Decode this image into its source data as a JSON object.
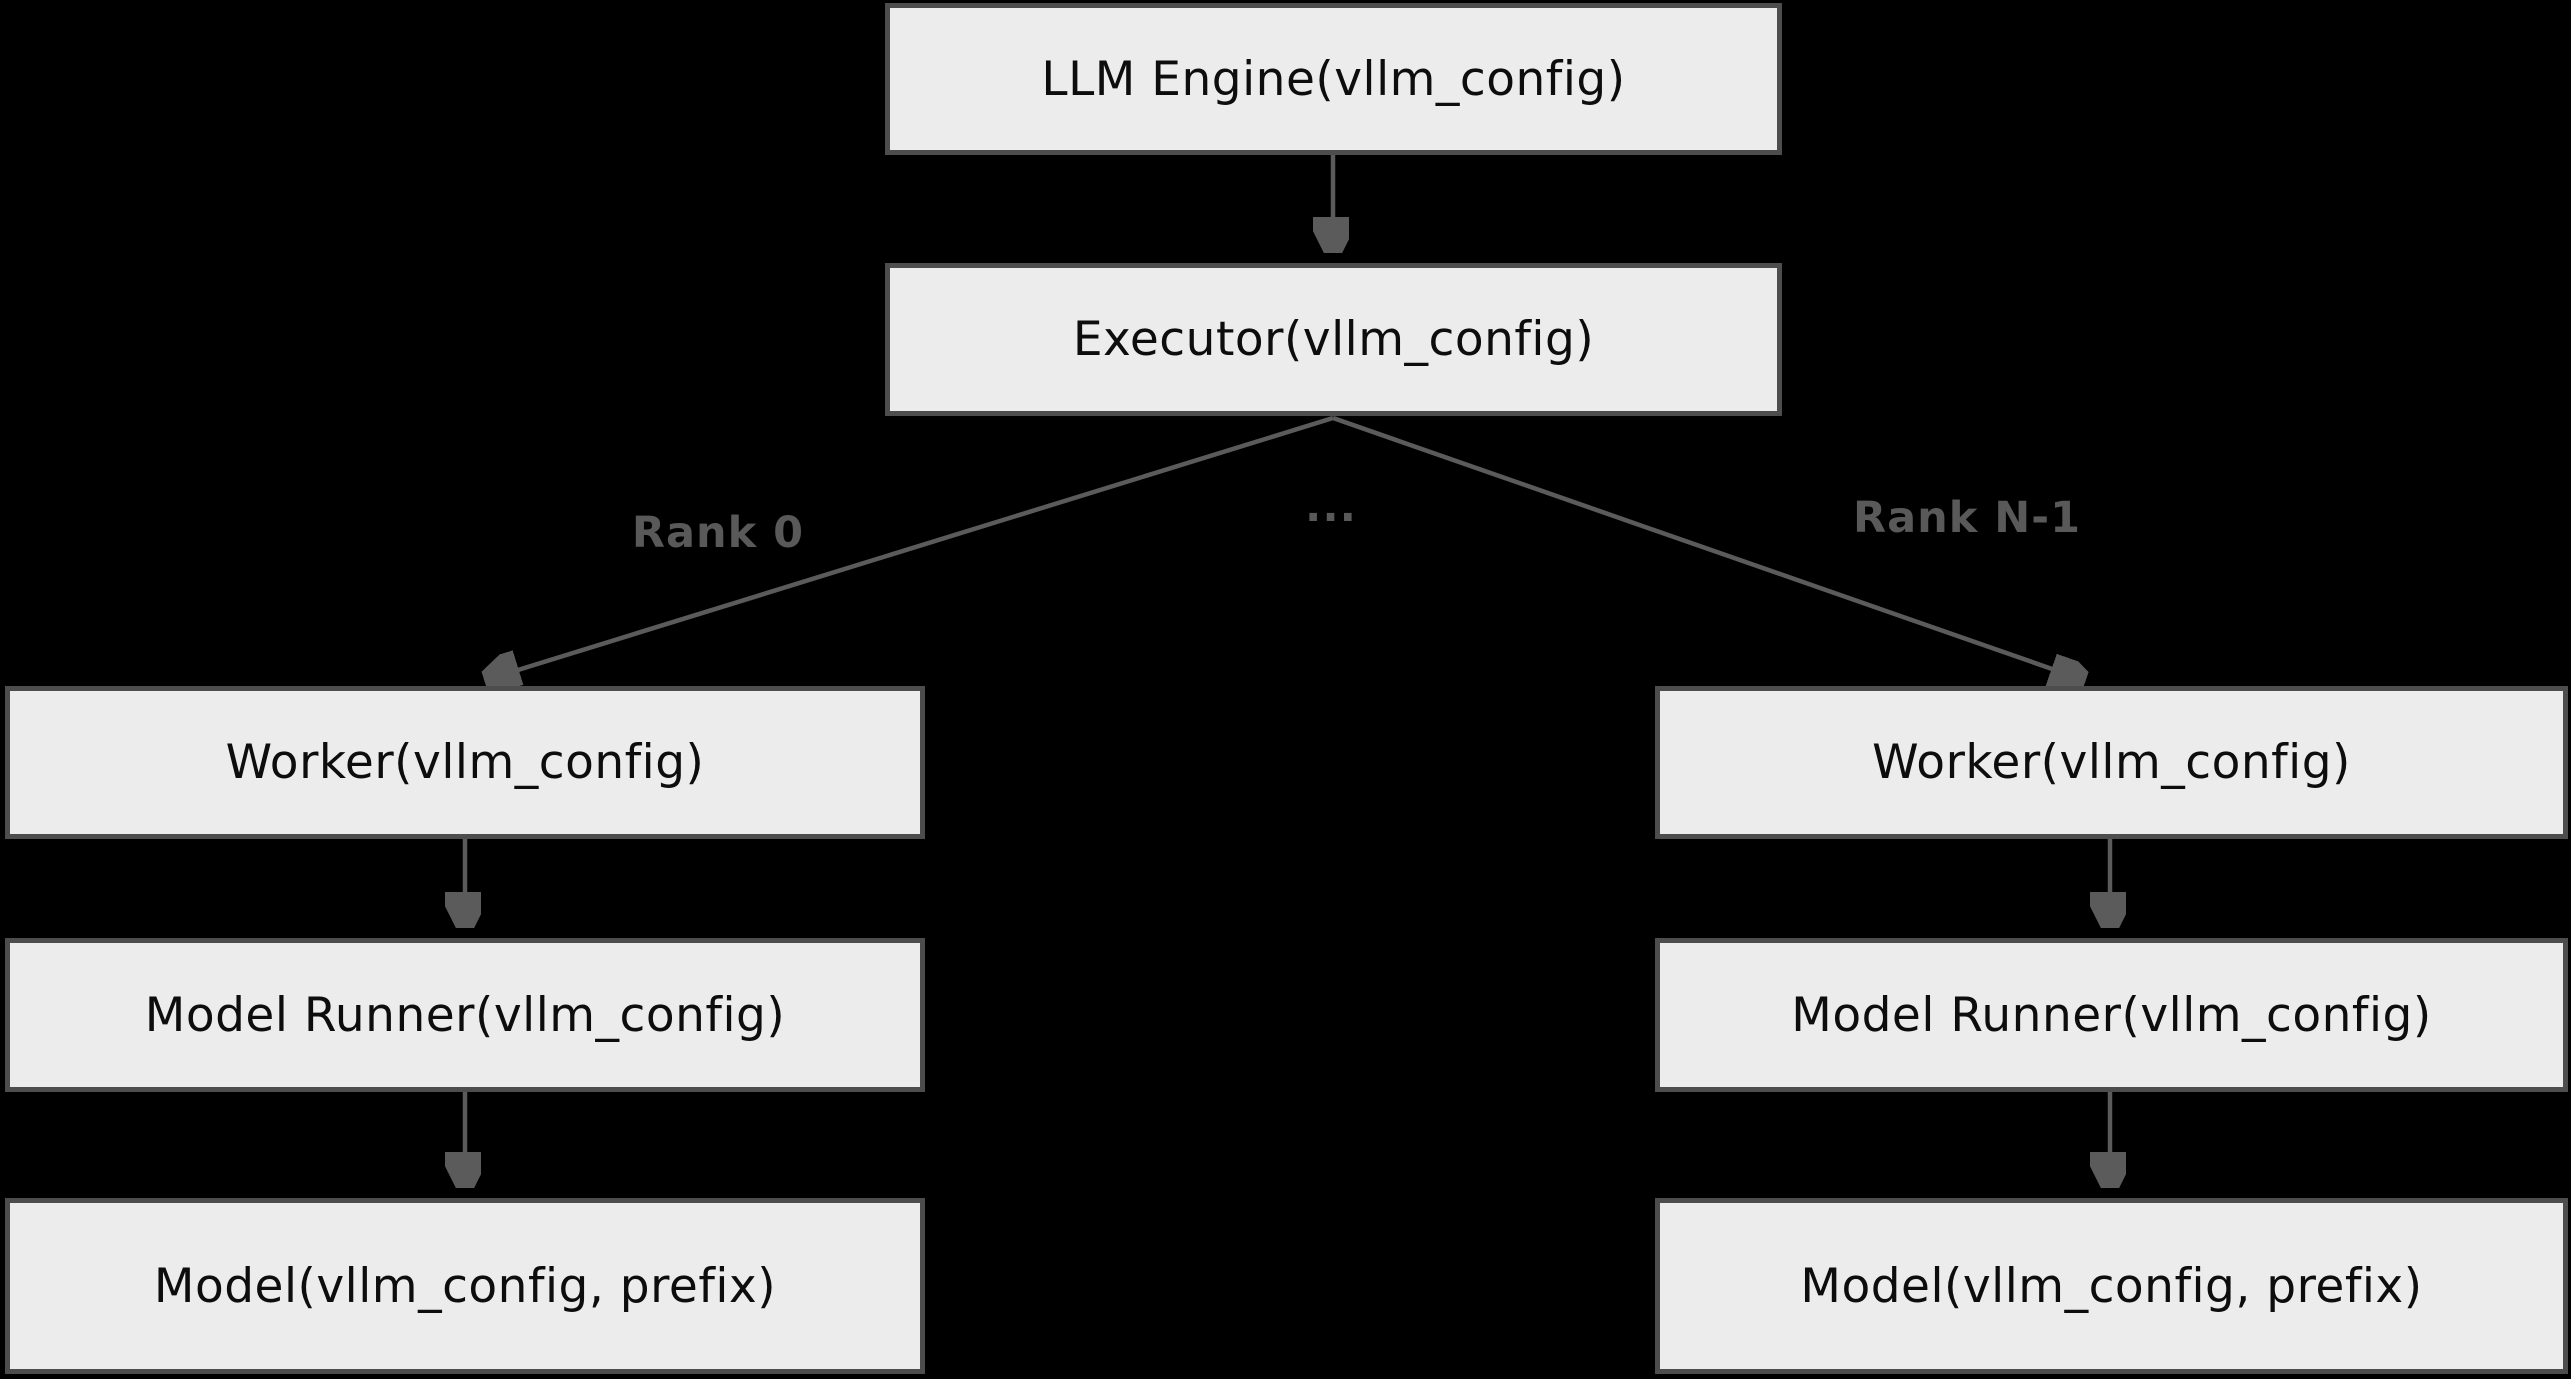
{
  "diagram": {
    "title_hint": "vLLM engine-executor-worker architecture flowchart",
    "nodes": {
      "llm_engine": {
        "label": "LLM Engine(vllm_config)"
      },
      "executor": {
        "label": "Executor(vllm_config)"
      },
      "worker_left": {
        "label": "Worker(vllm_config)"
      },
      "model_runner_left": {
        "label": "Model Runner(vllm_config)"
      },
      "model_left": {
        "label": "Model(vllm_config, prefix)"
      },
      "worker_right": {
        "label": "Worker(vllm_config)"
      },
      "model_runner_right": {
        "label": "Model Runner(vllm_config)"
      },
      "model_right": {
        "label": "Model(vllm_config, prefix)"
      }
    },
    "edge_labels": {
      "rank_0": "Rank 0",
      "ellipsis": "...",
      "rank_n": "Rank N-1"
    },
    "colors": {
      "background": "#000000",
      "node_fill": "#ececec",
      "node_border": "#4d4d4d",
      "node_text": "#0d0d0d",
      "edge_stroke": "#5b5b5b",
      "edge_label_text": "#595959"
    }
  }
}
